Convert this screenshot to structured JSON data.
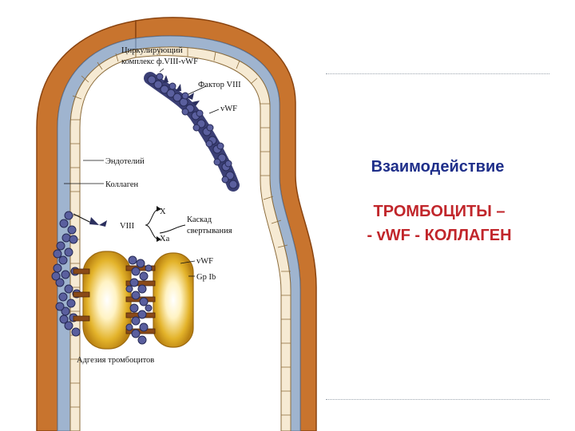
{
  "diagram": {
    "labels": {
      "complex_line1": "Циркулирующий",
      "complex_line2": "комплекс ф.VIII-vWF",
      "factor_viii": "Фактор VIII",
      "vwf_top": "vWF",
      "endothelium": "Эндотелий",
      "collagen": "Коллаген",
      "viii": "VIII",
      "x": "X",
      "xa": "Xa",
      "cascade_line1": "Каскад",
      "cascade_line2": "свертывания",
      "vwf_bottom": "vWF",
      "gp_ib": "Gp Ib",
      "adhesion": "Адгезия тромбоцитов"
    },
    "colors": {
      "outer_wall": "#c8742e",
      "outer_wall_edge": "#8a4410",
      "blue_layer": "#9fb4cf",
      "endothelium": "#f6ead3",
      "vwf_beads": "#4a4f8a",
      "platelet": "#d9a21b",
      "platelet_core": "#fff8e0",
      "gp_ib": "#8a4a18"
    }
  },
  "slide": {
    "title": "Взаимодействие",
    "subtitle_line1": "ТРОМБОЦИТЫ –",
    "subtitle_line2": "- vWF - КОЛЛАГЕН",
    "title_color": "#1f2f8a",
    "subtitle_color": "#c1262b"
  }
}
